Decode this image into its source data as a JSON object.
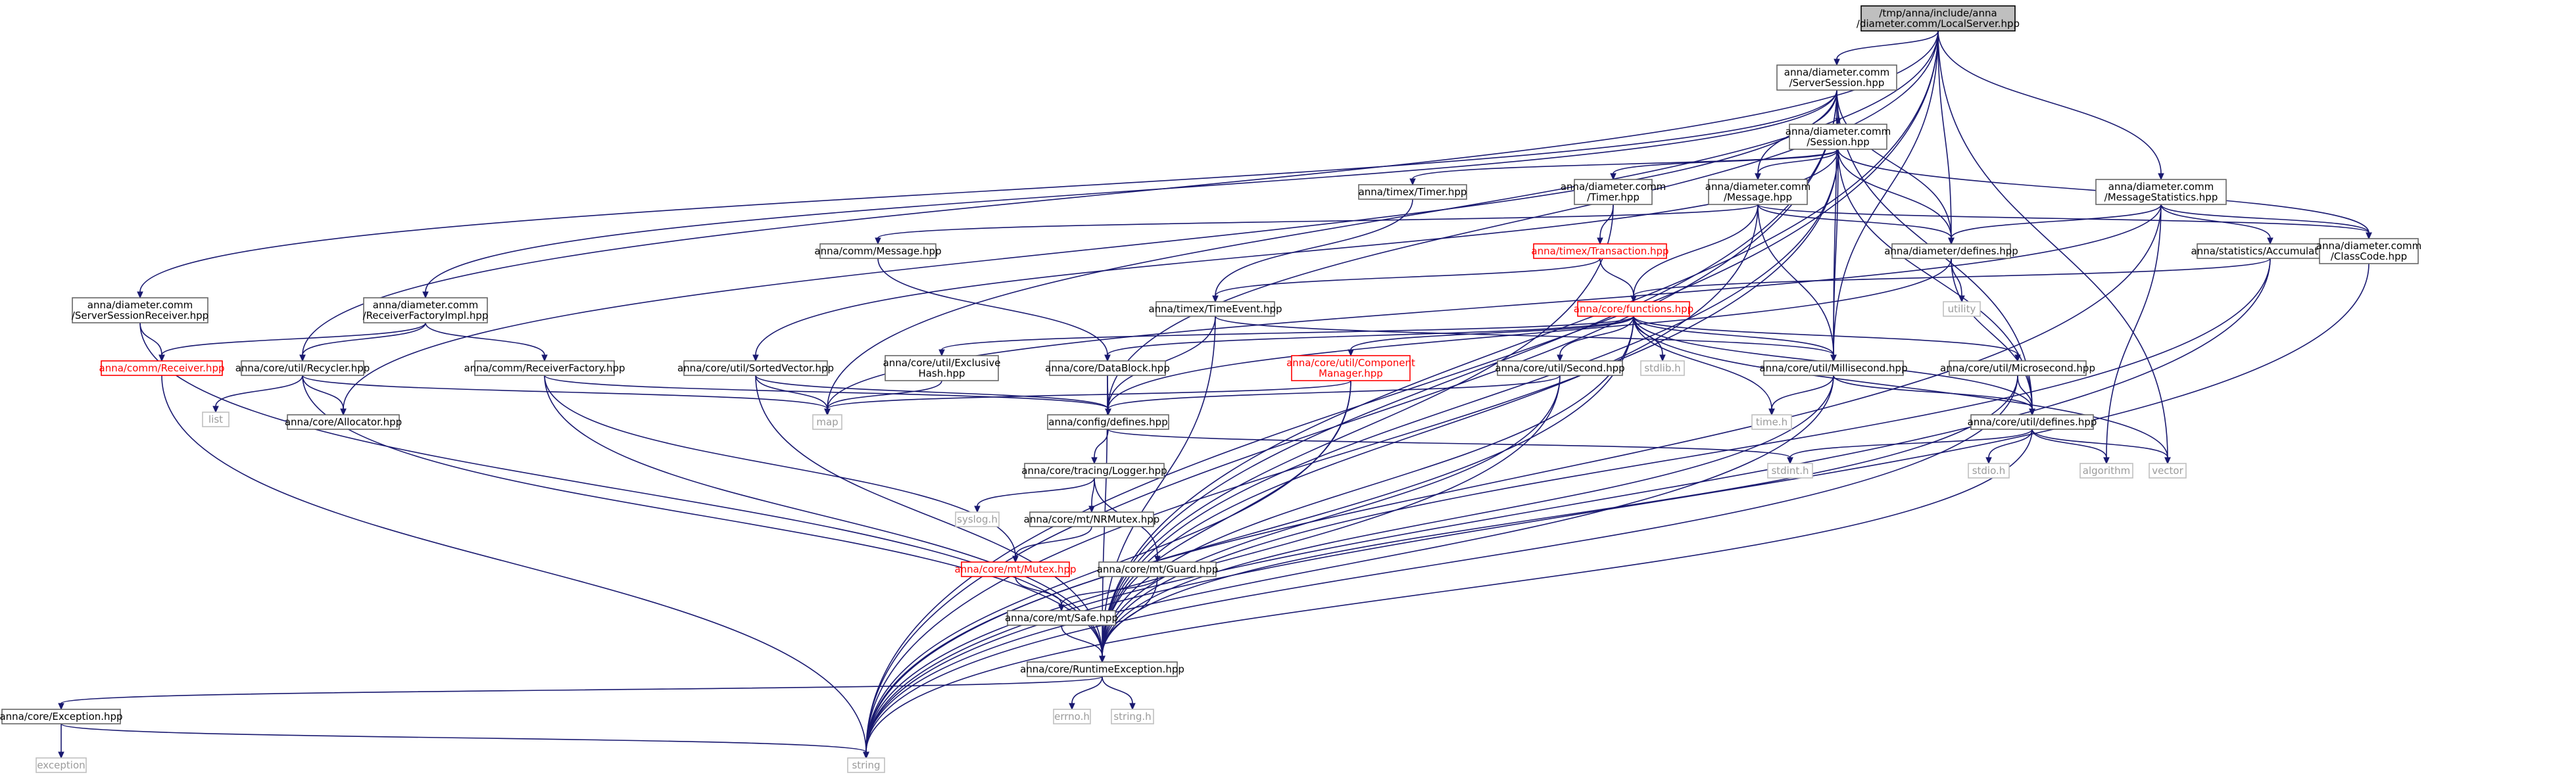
{
  "diagram": {
    "kind": "include-dependency-graph",
    "colors": {
      "edge": "#191970",
      "node_border": "#666666",
      "root_fill": "#bfbfbf",
      "system_header_border": "#bfbfbf",
      "system_header_text": "#9a9a9a",
      "missing_doc_text": "#ff0000"
    },
    "nodes": [
      {
        "id": "root",
        "lines": [
          "/tmp/anna/include/anna",
          "/diameter.comm/LocalServer.hpp"
        ],
        "kind": "root"
      },
      {
        "id": "ServerSession",
        "lines": [
          "anna/diameter.comm",
          "/ServerSession.hpp"
        ],
        "kind": "normal"
      },
      {
        "id": "Session",
        "lines": [
          "anna/diameter.comm",
          "/Session.hpp"
        ],
        "kind": "normal"
      },
      {
        "id": "TimerTimex",
        "lines": [
          "anna/timex/Timer.hpp"
        ],
        "kind": "normal"
      },
      {
        "id": "CommTimer",
        "lines": [
          "anna/diameter.comm",
          "/Timer.hpp"
        ],
        "kind": "normal"
      },
      {
        "id": "CommMessage",
        "lines": [
          "anna/diameter.comm",
          "/Message.hpp"
        ],
        "kind": "normal"
      },
      {
        "id": "MessageStatistics",
        "lines": [
          "anna/diameter.comm",
          "/MessageStatistics.hpp"
        ],
        "kind": "normal"
      },
      {
        "id": "ServerSessionReceiver",
        "lines": [
          "anna/diameter.comm",
          "/ServerSessionReceiver.hpp"
        ],
        "kind": "normal"
      },
      {
        "id": "ReceiverFactoryImpl",
        "lines": [
          "anna/diameter.comm",
          "/ReceiverFactoryImpl.hpp"
        ],
        "kind": "normal"
      },
      {
        "id": "CommMessageHpp",
        "lines": [
          "anna/comm/Message.hpp"
        ],
        "kind": "normal"
      },
      {
        "id": "Transaction",
        "lines": [
          "anna/timex/Transaction.hpp"
        ],
        "kind": "red"
      },
      {
        "id": "DiameterDefines",
        "lines": [
          "anna/diameter/defines.hpp"
        ],
        "kind": "normal"
      },
      {
        "id": "Accumulator",
        "lines": [
          "anna/statistics/Accumulator.hpp"
        ],
        "kind": "normal"
      },
      {
        "id": "ClassCode",
        "lines": [
          "anna/diameter.comm",
          "/ClassCode.hpp"
        ],
        "kind": "normal"
      },
      {
        "id": "utility",
        "lines": [
          "utility"
        ],
        "kind": "sys"
      },
      {
        "id": "TimeEvent",
        "lines": [
          "anna/timex/TimeEvent.hpp"
        ],
        "kind": "normal"
      },
      {
        "id": "Functions",
        "lines": [
          "anna/core/functions.hpp"
        ],
        "kind": "red"
      },
      {
        "id": "Receiver",
        "lines": [
          "anna/comm/Receiver.hpp"
        ],
        "kind": "red"
      },
      {
        "id": "Recycler",
        "lines": [
          "anna/core/util/Recycler.hpp"
        ],
        "kind": "normal"
      },
      {
        "id": "ReceiverFactory",
        "lines": [
          "anna/comm/ReceiverFactory.hpp"
        ],
        "kind": "normal"
      },
      {
        "id": "SortedVector",
        "lines": [
          "anna/core/util/SortedVector.hpp"
        ],
        "kind": "normal"
      },
      {
        "id": "ExclusiveHash",
        "lines": [
          "anna/core/util/Exclusive",
          "Hash.hpp"
        ],
        "kind": "normal"
      },
      {
        "id": "DataBlock",
        "lines": [
          "anna/core/DataBlock.hpp"
        ],
        "kind": "normal"
      },
      {
        "id": "ComponentManager",
        "lines": [
          "anna/core/util/Component",
          "Manager.hpp"
        ],
        "kind": "red"
      },
      {
        "id": "Second",
        "lines": [
          "anna/core/util/Second.hpp"
        ],
        "kind": "normal"
      },
      {
        "id": "stdlib",
        "lines": [
          "stdlib.h"
        ],
        "kind": "sys"
      },
      {
        "id": "Millisecond",
        "lines": [
          "anna/core/util/Millisecond.hpp"
        ],
        "kind": "normal"
      },
      {
        "id": "Microsecond",
        "lines": [
          "anna/core/util/Microsecond.hpp"
        ],
        "kind": "normal"
      },
      {
        "id": "list",
        "lines": [
          "list"
        ],
        "kind": "sys"
      },
      {
        "id": "Allocator",
        "lines": [
          "anna/core/Allocator.hpp"
        ],
        "kind": "normal"
      },
      {
        "id": "map",
        "lines": [
          "map"
        ],
        "kind": "sys"
      },
      {
        "id": "ConfigDefines",
        "lines": [
          "anna/config/defines.hpp"
        ],
        "kind": "normal"
      },
      {
        "id": "timeh",
        "lines": [
          "time.h"
        ],
        "kind": "sys"
      },
      {
        "id": "UtilDefines",
        "lines": [
          "anna/core/util/defines.hpp"
        ],
        "kind": "normal"
      },
      {
        "id": "stdint",
        "lines": [
          "stdint.h"
        ],
        "kind": "sys"
      },
      {
        "id": "stdio",
        "lines": [
          "stdio.h"
        ],
        "kind": "sys"
      },
      {
        "id": "algorithm",
        "lines": [
          "algorithm"
        ],
        "kind": "sys"
      },
      {
        "id": "vector",
        "lines": [
          "vector"
        ],
        "kind": "sys"
      },
      {
        "id": "Logger",
        "lines": [
          "anna/core/tracing/Logger.hpp"
        ],
        "kind": "normal"
      },
      {
        "id": "syslog",
        "lines": [
          "syslog.h"
        ],
        "kind": "sys"
      },
      {
        "id": "NRMutex",
        "lines": [
          "anna/core/mt/NRMutex.hpp"
        ],
        "kind": "normal"
      },
      {
        "id": "Mutex",
        "lines": [
          "anna/core/mt/Mutex.hpp"
        ],
        "kind": "red"
      },
      {
        "id": "Guard",
        "lines": [
          "anna/core/mt/Guard.hpp"
        ],
        "kind": "normal"
      },
      {
        "id": "Safe",
        "lines": [
          "anna/core/mt/Safe.hpp"
        ],
        "kind": "normal"
      },
      {
        "id": "RuntimeException",
        "lines": [
          "anna/core/RuntimeException.hpp"
        ],
        "kind": "normal"
      },
      {
        "id": "Exception",
        "lines": [
          "anna/core/Exception.hpp"
        ],
        "kind": "normal"
      },
      {
        "id": "errno",
        "lines": [
          "errno.h"
        ],
        "kind": "sys"
      },
      {
        "id": "stringh",
        "lines": [
          "string.h"
        ],
        "kind": "sys"
      },
      {
        "id": "exception",
        "lines": [
          "exception"
        ],
        "kind": "sys"
      },
      {
        "id": "string",
        "lines": [
          "string"
        ],
        "kind": "sys"
      }
    ],
    "edges": [
      [
        "root",
        "ServerSession"
      ],
      [
        "root",
        "MessageStatistics"
      ],
      [
        "root",
        "DiameterDefines"
      ],
      [
        "root",
        "Millisecond"
      ],
      [
        "root",
        "Recycler"
      ],
      [
        "root",
        "map"
      ],
      [
        "root",
        "ConfigDefines"
      ],
      [
        "root",
        "RuntimeException"
      ],
      [
        "root",
        "vector"
      ],
      [
        "root",
        "string"
      ],
      [
        "ServerSession",
        "Session"
      ],
      [
        "ServerSession",
        "ServerSessionReceiver"
      ],
      [
        "ServerSession",
        "ReceiverFactoryImpl"
      ],
      [
        "ServerSession",
        "DiameterDefines"
      ],
      [
        "ServerSession",
        "CommMessage"
      ],
      [
        "ServerSession",
        "Millisecond"
      ],
      [
        "ServerSession",
        "Allocator"
      ],
      [
        "ServerSession",
        "UtilDefines"
      ],
      [
        "ServerSession",
        "RuntimeException"
      ],
      [
        "ServerSession",
        "string"
      ],
      [
        "Session",
        "TimerTimex"
      ],
      [
        "Session",
        "CommTimer"
      ],
      [
        "Session",
        "CommMessage"
      ],
      [
        "Session",
        "DiameterDefines"
      ],
      [
        "Session",
        "ClassCode"
      ],
      [
        "Session",
        "Millisecond"
      ],
      [
        "Session",
        "UtilDefines"
      ],
      [
        "Session",
        "RuntimeException"
      ],
      [
        "Session",
        "SortedVector"
      ],
      [
        "Session",
        "string"
      ],
      [
        "TimerTimex",
        "TimeEvent"
      ],
      [
        "CommTimer",
        "Transaction"
      ],
      [
        "CommTimer",
        "RuntimeException"
      ],
      [
        "CommMessage",
        "CommMessageHpp"
      ],
      [
        "CommMessage",
        "DiameterDefines"
      ],
      [
        "CommMessage",
        "Functions"
      ],
      [
        "CommMessage",
        "Millisecond"
      ],
      [
        "CommMessage",
        "ClassCode"
      ],
      [
        "CommMessage",
        "RuntimeException"
      ],
      [
        "MessageStatistics",
        "DiameterDefines"
      ],
      [
        "MessageStatistics",
        "Accumulator"
      ],
      [
        "MessageStatistics",
        "ClassCode"
      ],
      [
        "MessageStatistics",
        "algorithm"
      ],
      [
        "MessageStatistics",
        "map"
      ],
      [
        "MessageStatistics",
        "string"
      ],
      [
        "ServerSessionReceiver",
        "Receiver"
      ],
      [
        "ServerSessionReceiver",
        "RuntimeException"
      ],
      [
        "ReceiverFactoryImpl",
        "Receiver"
      ],
      [
        "ReceiverFactoryImpl",
        "Recycler"
      ],
      [
        "ReceiverFactoryImpl",
        "ReceiverFactory"
      ],
      [
        "CommMessageHpp",
        "DataBlock"
      ],
      [
        "Transaction",
        "TimeEvent"
      ],
      [
        "Transaction",
        "Functions"
      ],
      [
        "DiameterDefines",
        "utility"
      ],
      [
        "DiameterDefines",
        "ConfigDefines"
      ],
      [
        "DiameterDefines",
        "UtilDefines"
      ],
      [
        "Accumulator",
        "Functions"
      ],
      [
        "Accumulator",
        "RuntimeException"
      ],
      [
        "Accumulator",
        "string"
      ],
      [
        "ClassCode",
        "string"
      ],
      [
        "TimeEvent",
        "Millisecond"
      ],
      [
        "TimeEvent",
        "ConfigDefines"
      ],
      [
        "TimeEvent",
        "RuntimeException"
      ],
      [
        "Functions",
        "ExclusiveHash"
      ],
      [
        "Functions",
        "DataBlock"
      ],
      [
        "Functions",
        "ComponentManager"
      ],
      [
        "Functions",
        "Second"
      ],
      [
        "Functions",
        "stdlib"
      ],
      [
        "Functions",
        "Millisecond"
      ],
      [
        "Functions",
        "Microsecond"
      ],
      [
        "Functions",
        "timeh"
      ],
      [
        "Functions",
        "UtilDefines"
      ],
      [
        "Functions",
        "RuntimeException"
      ],
      [
        "Functions",
        "vector"
      ],
      [
        "Functions",
        "string"
      ],
      [
        "Receiver",
        "string"
      ],
      [
        "Recycler",
        "list"
      ],
      [
        "Recycler",
        "Allocator"
      ],
      [
        "Recycler",
        "map"
      ],
      [
        "Recycler",
        "RuntimeException"
      ],
      [
        "ReceiverFactory",
        "ConfigDefines"
      ],
      [
        "ReceiverFactory",
        "Mutex"
      ],
      [
        "ReceiverFactory",
        "RuntimeException"
      ],
      [
        "SortedVector",
        "map"
      ],
      [
        "SortedVector",
        "ConfigDefines"
      ],
      [
        "SortedVector",
        "RuntimeException"
      ],
      [
        "ExclusiveHash",
        "map"
      ],
      [
        "DataBlock",
        "ConfigDefines"
      ],
      [
        "DataBlock",
        "RuntimeException"
      ],
      [
        "ComponentManager",
        "map"
      ],
      [
        "ComponentManager",
        "RuntimeException"
      ],
      [
        "ComponentManager",
        "string"
      ],
      [
        "Second",
        "ConfigDefines"
      ],
      [
        "Second",
        "RuntimeException"
      ],
      [
        "Second",
        "string"
      ],
      [
        "Millisecond",
        "timeh"
      ],
      [
        "Millisecond",
        "UtilDefines"
      ],
      [
        "Millisecond",
        "RuntimeException"
      ],
      [
        "Millisecond",
        "string"
      ],
      [
        "Microsecond",
        "UtilDefines"
      ],
      [
        "Microsecond",
        "RuntimeException"
      ],
      [
        "Microsecond",
        "string"
      ],
      [
        "ConfigDefines",
        "Logger"
      ],
      [
        "ConfigDefines",
        "stdint"
      ],
      [
        "UtilDefines",
        "stdint"
      ],
      [
        "UtilDefines",
        "stdio"
      ],
      [
        "UtilDefines",
        "algorithm"
      ],
      [
        "UtilDefines",
        "vector"
      ],
      [
        "UtilDefines",
        "string"
      ],
      [
        "Logger",
        "syslog"
      ],
      [
        "Logger",
        "NRMutex"
      ],
      [
        "Logger",
        "Guard"
      ],
      [
        "NRMutex",
        "Mutex"
      ],
      [
        "Mutex",
        "Safe"
      ],
      [
        "Guard",
        "Safe"
      ],
      [
        "Guard",
        "RuntimeException"
      ],
      [
        "Safe",
        "RuntimeException"
      ],
      [
        "RuntimeException",
        "Exception"
      ],
      [
        "RuntimeException",
        "errno"
      ],
      [
        "RuntimeException",
        "stringh"
      ],
      [
        "Exception",
        "exception"
      ],
      [
        "Exception",
        "string"
      ]
    ]
  }
}
